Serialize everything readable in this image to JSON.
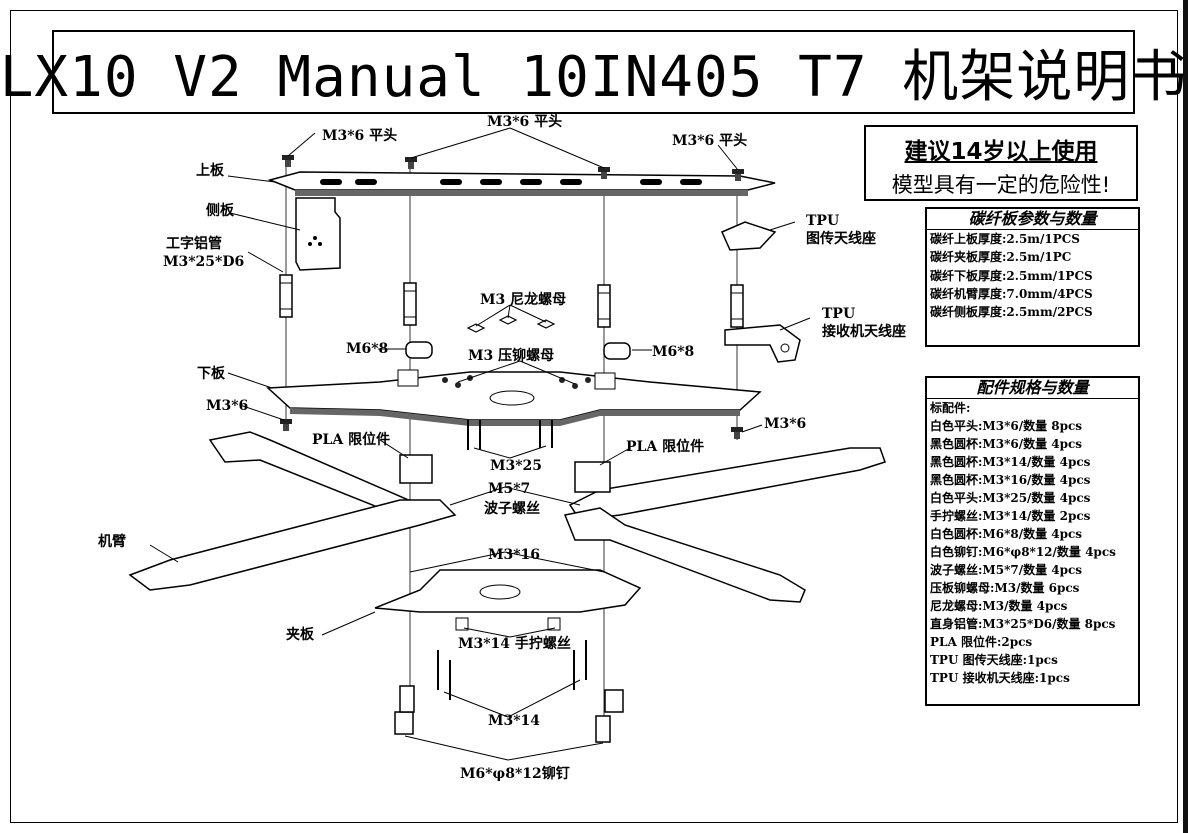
{
  "title": "LX10 V2 Manual 10IN405 T7 机架说明书",
  "warning": {
    "line1": "建议14岁以上使用",
    "line2": "模型具有一定的危险性!"
  },
  "carbon_table": {
    "header": "碳纤板参数与数量",
    "rows": [
      "碳纤上板厚度:2.5m/1PCS",
      "碳纤夹板厚度:2.5m/1PC",
      "碳纤下板厚度:2.5mm/1PCS",
      "碳纤机臂厚度:7.0mm/4PCS",
      "碳纤侧板厚度:2.5mm/2PCS"
    ]
  },
  "parts_table": {
    "header": "配件规格与数量",
    "rows": [
      "标配件:",
      "白色平头:M3*6/数量 8pcs",
      "黑色圆杯:M3*6/数量 4pcs",
      "黑色圆杯:M3*14/数量 4pcs",
      "黑色圆杯:M3*16/数量 4pcs",
      "白色平头:M3*25/数量 4pcs",
      "手拧螺丝:M3*14/数量 2pcs",
      "白色圆杯:M6*8/数量 4pcs",
      "白色铆钉:M6*φ8*12/数量 4pcs",
      "波子螺丝:M5*7/数量 4pcs",
      "压板铆螺母:M3/数量 6pcs",
      "尼龙螺母:M3/数量 4pcs",
      "直身铝管:M3*25*D6/数量 8pcs",
      "PLA 限位件:2pcs",
      "TPU 图传天线座:1pcs",
      "TPU 接收机天线座:1pcs"
    ]
  },
  "labels": {
    "m36_left": "M3*6 平头",
    "m36_mid": "M3*6 平头",
    "m36_right": "M3*6 平头",
    "top_plate": "上板",
    "side_plate": "侧板",
    "standoff1": "工字铝管",
    "standoff2": "M3*25*D6",
    "tpu_vtx1": "TPU",
    "tpu_vtx2": "图传天线座",
    "tpu_rx1": "TPU",
    "tpu_rx2": "接收机天线座",
    "nylon_nut": "M3 尼龙螺母",
    "m68_left": "M6*8",
    "m68_right": "M6*8",
    "rivet_nut": "M3 压铆螺母",
    "bottom_plate": "下板",
    "m36_lower_left": "M3*6",
    "m36_lower_right": "M3*6",
    "pla_left": "PLA 限位件",
    "pla_right": "PLA 限位件",
    "m325": "M3*25",
    "m57": "M5*7",
    "ball_screw": "波子螺丝",
    "arm": "机臂",
    "m316": "M3*16",
    "clamp_plate": "夹板",
    "thumb_screw": "M3*14 手拧螺丝",
    "m314": "M3*14",
    "rivet": "M6*φ8*12铆钉"
  }
}
